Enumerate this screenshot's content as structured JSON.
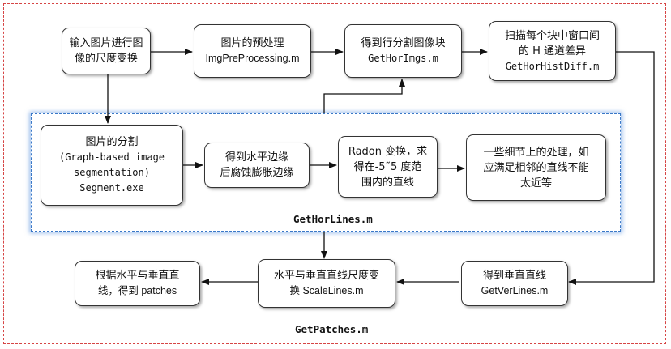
{
  "boxes": {
    "input_scale": [
      "输入图片进行图",
      "像的尺度变换"
    ],
    "preprocess": [
      "图片的预处理",
      "ImgPreProcessing.m"
    ],
    "get_hor_imgs": [
      "得到行分割图像块",
      "GetHorImgs.m"
    ],
    "scan_windows": [
      "扫描每个块中窗口间",
      "的 H 通道差异",
      "GetHorHistDiff.m"
    ],
    "segment": [
      "图片的分割",
      "(Graph-based image",
      "segmentation)",
      "Segment.exe"
    ],
    "hor_edges": [
      "得到水平边缘",
      "后腐蚀膨胀边缘"
    ],
    "radon": [
      "Radon 变换，求",
      "得在-5˜5 度范",
      "围内的直线"
    ],
    "details": [
      "一些细节上的处理，如",
      "应满足相邻的直线不能",
      "太近等"
    ],
    "ver_lines": [
      "得到垂直直线",
      "GetVerLines.m"
    ],
    "scale_lines": [
      "水平与垂直直线尺度变",
      "换 ScaleLines.m"
    ],
    "patches": [
      "根据水平与垂直直",
      "线，得到 patches"
    ]
  },
  "labels": {
    "inner": "GetHorLines.m",
    "outer": "GetPatches.m"
  },
  "colors": {
    "outer_border": "#d64545",
    "inner_border": "#3a78c8",
    "box_border": "#333333"
  }
}
